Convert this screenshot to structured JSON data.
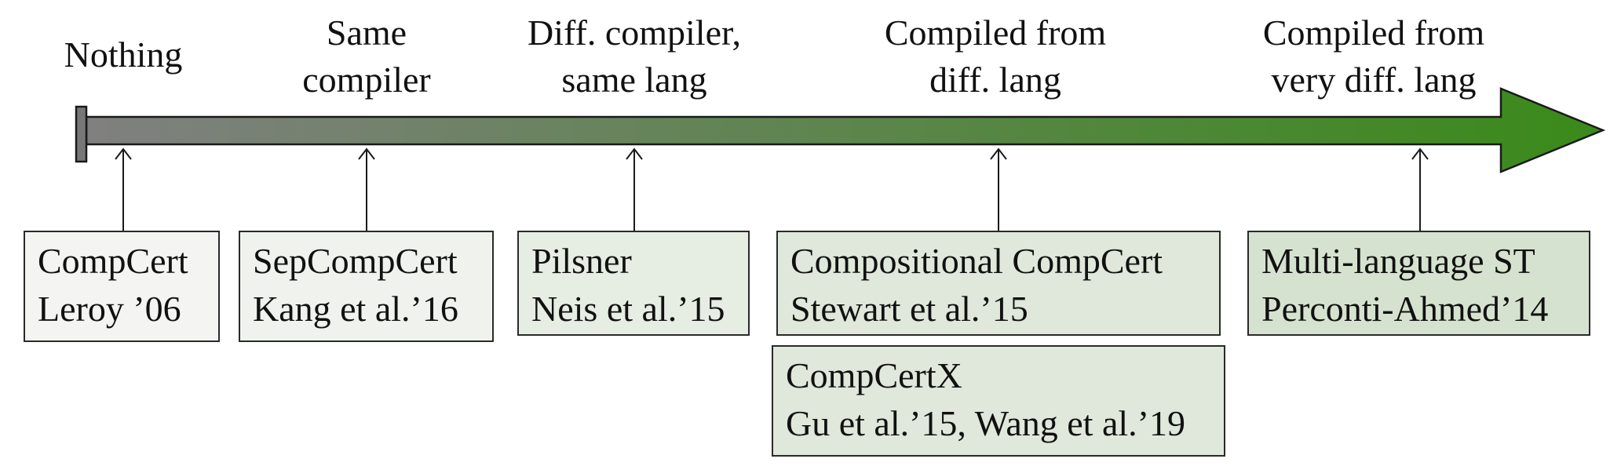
{
  "categories": [
    {
      "lines": [
        "Nothing"
      ]
    },
    {
      "lines": [
        "Same",
        "compiler"
      ]
    },
    {
      "lines": [
        "Diff. compiler,",
        "same lang"
      ]
    },
    {
      "lines": [
        "Compiled from",
        "diff. lang"
      ]
    },
    {
      "lines": [
        "Compiled from",
        "very diff. lang"
      ]
    }
  ],
  "boxes": [
    {
      "name": "compcert",
      "title": "CompCert",
      "citation": "Leroy ’06",
      "fill": "#f4f5f3"
    },
    {
      "name": "sepcompcert",
      "title": "SepCompCert",
      "citation": "Kang et al.’16",
      "fill": "#eff2ed"
    },
    {
      "name": "pilsner",
      "title": "Pilsner",
      "citation": "Neis et al.’15",
      "fill": "#e6ede2"
    },
    {
      "name": "compositional-compcert",
      "title": "Compositional CompCert",
      "citation": "Stewart et al.’15",
      "fill": "#dfe8da"
    },
    {
      "name": "compcertx",
      "title": "CompCertX",
      "citation": "Gu et al.’15, Wang et al.’19",
      "fill": "#dfe8da"
    },
    {
      "name": "multi-language-st",
      "title": "Multi-language ST",
      "citation": "Perconti-Ahmed’14",
      "fill": "#d5e2cf"
    }
  ],
  "colors": {
    "gradient_start": "#808080",
    "gradient_end": "#3a8a1a",
    "stroke": "#1a1a1a"
  }
}
